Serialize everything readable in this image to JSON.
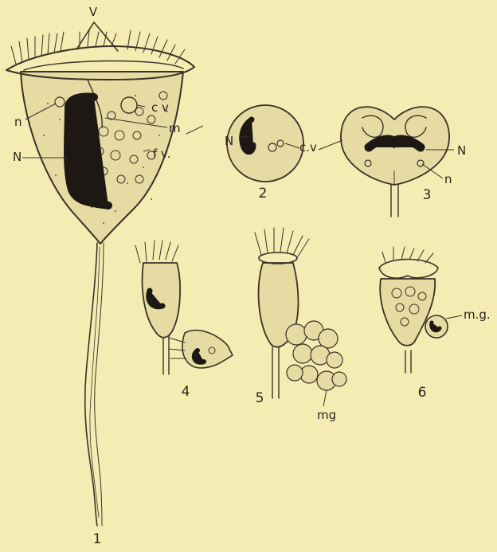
{
  "figure": {
    "labels": {
      "v": "V",
      "n_small_1": "n",
      "N_1": "N",
      "cv_1": "c v",
      "m_1": "m",
      "fv_1": "f v.",
      "N_2": "N",
      "cv_2": "c.v",
      "N_3": "N",
      "n_small_3": "n",
      "mg_5": "mg",
      "mg_6": "m.g."
    },
    "numbers": {
      "f1": "1",
      "f2": "2",
      "f3": "3",
      "f4": "4",
      "f5": "5",
      "f6": "6"
    }
  },
  "colors": {
    "background": "#f5ecb3",
    "ink": "#3a3128",
    "cell_fill": "#e6dba2",
    "nucleus": "#1d1813"
  }
}
